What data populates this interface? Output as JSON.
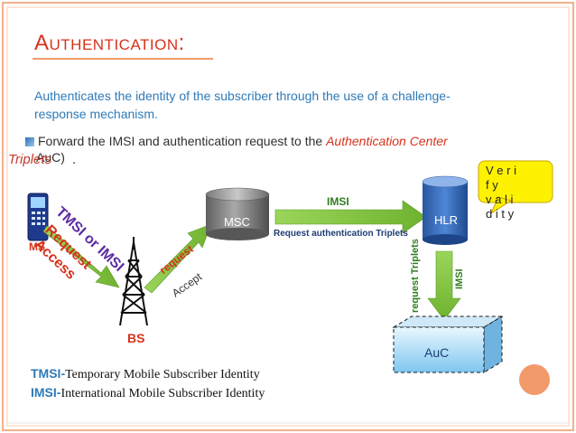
{
  "slide": {
    "title": "Authentication:",
    "intro": "Authenticates the identity of the subscriber through the use of a challenge-response mechanism.",
    "bullet": {
      "prefix": "Forward the IMSI and authentication request to the ",
      "emphasis": "Authentication Center",
      "overlap_text": "AuC)",
      "triplets_word": "Triplets",
      "triplets_suffix": "."
    }
  },
  "diagram": {
    "nodes": {
      "ms": "MS",
      "bs": "BS",
      "msc": "MSC",
      "hlr": "HLR",
      "auc": "AuC"
    },
    "labels": {
      "tmsi_or_imsi": "TMSI or IMSI",
      "request_access": "Request",
      "access": "Access",
      "request": "request",
      "accept": "Accept",
      "imsi_top": "IMSI",
      "request_auth_triplets": "Request authentication Triplets",
      "request_triplets": "request Triplets",
      "imsi_right": "IMSI"
    },
    "callout": {
      "line1": "V e r i",
      "line2": "f y",
      "line3": "v a l i",
      "line4": "d i t y"
    }
  },
  "legend": {
    "tmsi_abbr": "TMSI-",
    "tmsi_full": "Temporary Mobile Subscriber Identity",
    "imsi_abbr": "IMSI-",
    "imsi_full": "International Mobile Subscriber Identity"
  },
  "colors": {
    "accent_orange": "#f39a6b",
    "title_red": "#d6321c",
    "body_blue": "#2e7ab8",
    "arrow_green": "#7cbf3d",
    "callout_yellow": "#fff200"
  }
}
